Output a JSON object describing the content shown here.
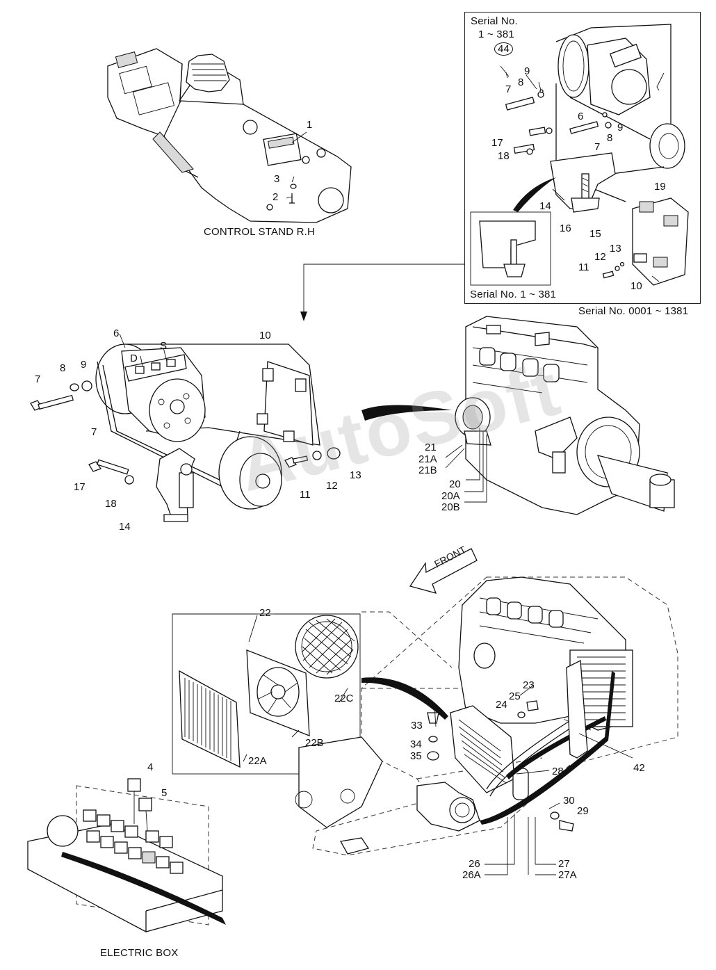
{
  "captions": {
    "control_stand": "CONTROL STAND R.H",
    "electric_box": "ELECTRIC BOX",
    "serial_range_main": "Serial No. 0001 ~ 1381",
    "inset_serial_header": "Serial No.",
    "inset_serial_range": "1 ~ 381",
    "inset_circled_ref": "44",
    "inset_small_serial": "Serial No. 1 ~ 381",
    "front_arrow": "FRONT",
    "watermark": "AutoSoft"
  },
  "labels": {
    "cs_1": "1",
    "cs_2": "2",
    "cs_3": "3",
    "in_9a": "9",
    "in_8a": "8",
    "in_7a": "7",
    "in_6": "6",
    "in_9b": "9",
    "in_8b": "8",
    "in_7b": "7",
    "in_17": "17",
    "in_18": "18",
    "in_19": "19",
    "in_14": "14",
    "in_16": "16",
    "in_15": "15",
    "in_12": "12",
    "in_13": "13",
    "in_11": "11",
    "in_10": "10",
    "m_6": "6",
    "m_D": "D",
    "m_S": "S",
    "m_10": "10",
    "m_7a": "7",
    "m_8": "8",
    "m_9": "9",
    "m_7b": "7",
    "m_17": "17",
    "m_18": "18",
    "m_14": "14",
    "m_11": "11",
    "m_12": "12",
    "m_13": "13",
    "e_21": "21",
    "e_21A": "21A",
    "e_21B": "21B",
    "e_20": "20",
    "e_20A": "20A",
    "e_20B": "20B",
    "c_22": "22",
    "c_22C": "22C",
    "c_22B": "22B",
    "c_22A": "22A",
    "b_4": "4",
    "b_5": "5",
    "f_23": "23",
    "f_25": "25",
    "f_24": "24",
    "f_33": "33",
    "f_34": "34",
    "f_35": "35",
    "f_28": "28",
    "f_42": "42",
    "f_30": "30",
    "f_29": "29",
    "f_26": "26",
    "f_26A": "26A",
    "f_27": "27",
    "f_27A": "27A"
  }
}
